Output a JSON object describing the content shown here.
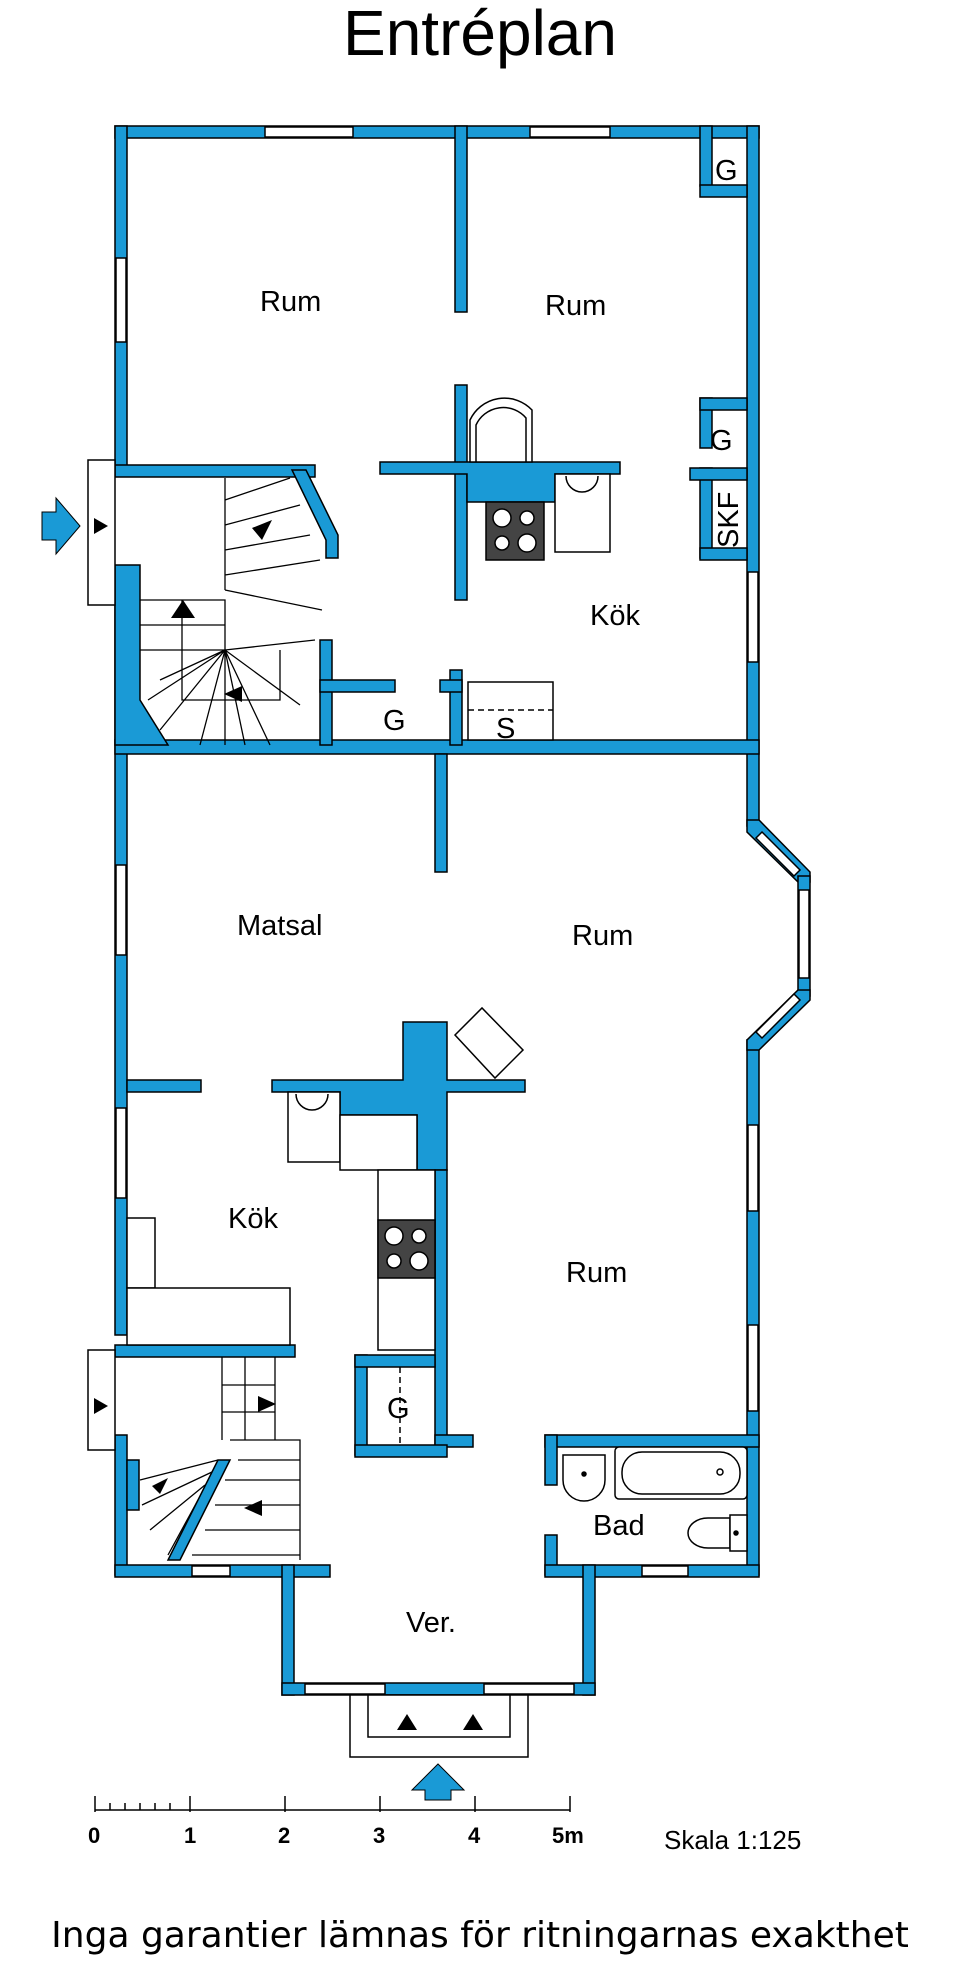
{
  "title": "Entréplan",
  "rooms": {
    "upper_left": "Rum",
    "upper_right": "Rum",
    "kitchen_upper": "Kök",
    "dining": "Matsal",
    "living_right_upper": "Rum",
    "kitchen_lower": "Kök",
    "living_right_lower": "Rum",
    "bath": "Bad",
    "veranda": "Ver."
  },
  "fixtures": {
    "g_top_right": "G",
    "g_mid_right": "G",
    "skf": "SKF",
    "g_upper_closet": "G",
    "s_closet": "S",
    "g_lower_closet": "G"
  },
  "scale_bar": {
    "ticks": [
      "0",
      "1",
      "2",
      "3",
      "4",
      "5m"
    ],
    "scale_text": "Skala 1:125"
  },
  "disclaimer": "Inga garantier lämnas för ritningarnas exakthet",
  "colors": {
    "wall": "#1a9ad6",
    "line": "#000000",
    "background": "#ffffff"
  }
}
